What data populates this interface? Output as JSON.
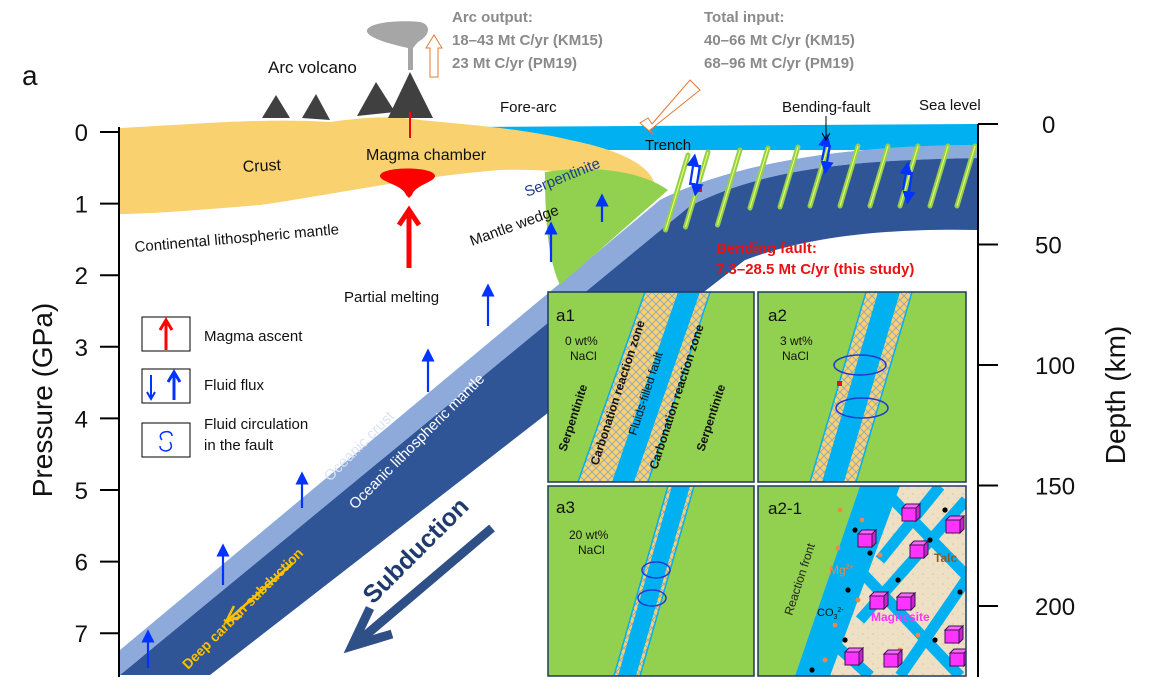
{
  "panel_label": "a",
  "left_axis": {
    "title": "Pressure (GPa)",
    "ticks": [
      "0",
      "1",
      "2",
      "3",
      "4",
      "5",
      "6",
      "7"
    ]
  },
  "right_axis": {
    "title": "Depth (km)",
    "ticks": [
      "0",
      "50",
      "100",
      "150",
      "200"
    ]
  },
  "labels": {
    "arc_volcano": "Arc volcano",
    "fore_arc": "Fore-arc",
    "sea_level": "Sea level",
    "bending_fault_pointer": "Bending-fault",
    "trench": "Trench",
    "crust": "Crust",
    "magma_chamber": "Magma chamber",
    "continental_mantle": "Continental lithospheric mantle",
    "serpentinite": "Serpentinite",
    "mantle_wedge": "Mantle wedge",
    "partial_melting": "Partial melting",
    "oceanic_crust": "Oceanic crust",
    "oceanic_mantle": "Oceanic lithospheric mantle",
    "deep_carbon": "Deep carbon subduction",
    "subduction": "Subduction"
  },
  "flux_notes": {
    "arc_output": {
      "title": "Arc output:",
      "lines": [
        "18–43 Mt C/yr (KM15)",
        "23 Mt C/yr (PM19)"
      ]
    },
    "total_input": {
      "title": "Total input:",
      "lines": [
        "40–66 Mt C/yr (KM15)",
        "68–96 Mt C/yr (PM19)"
      ]
    },
    "bending_fault": {
      "title": "Bending fault:",
      "line": "7.3–28.5 Mt C/yr (this study)"
    }
  },
  "legend": [
    {
      "icon": "magma-ascent-arrow-icon",
      "label": "Magma ascent"
    },
    {
      "icon": "fluid-flux-arrows-icon",
      "label": "Fluid flux"
    },
    {
      "icon": "fluid-circulation-icon",
      "label": [
        "Fluid circulation",
        "in the fault"
      ]
    }
  ],
  "insets": {
    "a1": {
      "title": "a1",
      "salinity": [
        "0 wt%",
        "NaCl"
      ],
      "zones": [
        "Serpentinite",
        "Carbonation reaction zone",
        "Fluids-filled fault",
        "Carbonation reaction zone",
        "Serpentinite"
      ]
    },
    "a2": {
      "title": "a2",
      "salinity": [
        "3 wt%",
        "NaCl"
      ]
    },
    "a3": {
      "title": "a3",
      "salinity": [
        "20 wt%",
        "NaCl"
      ]
    },
    "a2_1": {
      "title": "a2-1",
      "labels": {
        "reaction_front": "Reaction front",
        "mg": "Mg",
        "mg_sup": "2+",
        "co3": "CO",
        "co3_sub": "3",
        "co3_sup": "2-",
        "talc": "Talc",
        "magnesite": "Magnesite"
      }
    }
  },
  "colors": {
    "crust": "#f9d16e",
    "sea": "#00b0f0",
    "oceanic_crust": "#8eaadb",
    "oceanic_mantle": "#2f5597",
    "serpentinite": "#92d050",
    "magma": "#ff0000",
    "fluid": "#0033ff",
    "volcano": "#404040",
    "plume": "#a6a6a6",
    "carbon_arrow": "#ffc000",
    "note_gray": "#8a8a8a",
    "highlight_red": "#e81212",
    "magnesite": "#ff33ff",
    "talc_bg": "#eee0c4"
  }
}
